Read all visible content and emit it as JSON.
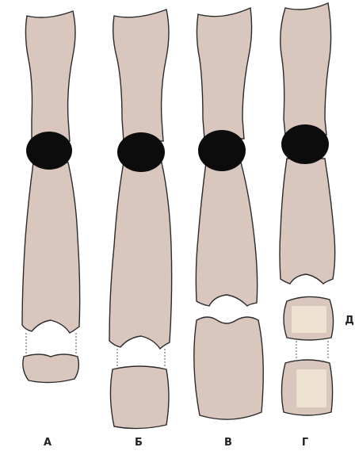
{
  "figure": {
    "chromosomes": [
      {
        "id": "A",
        "label": "А"
      },
      {
        "id": "B",
        "label": "Б"
      },
      {
        "id": "V",
        "label": "В"
      },
      {
        "id": "G",
        "label": "Г"
      }
    ],
    "callout_label": "Д"
  }
}
